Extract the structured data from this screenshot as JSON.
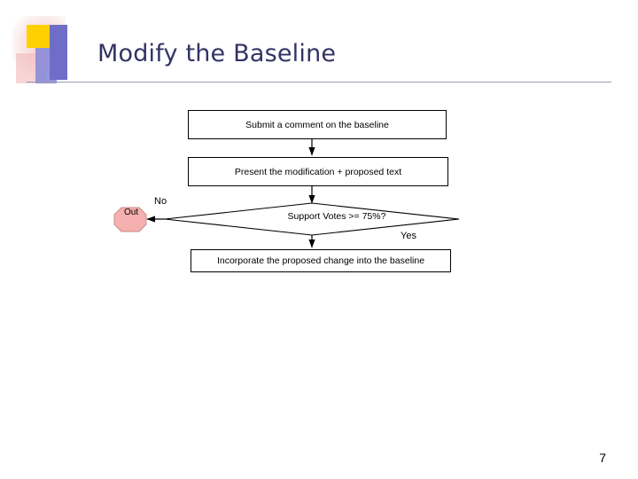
{
  "slide": {
    "title": "Modify the Baseline",
    "page_number": "7",
    "accent_colors": {
      "title": "#333366",
      "yellow": "#ffd000",
      "blue": "#6e6ec8",
      "pink": "#f0b2b2",
      "terminator_fill": "#f6b0b0"
    }
  },
  "diagram": {
    "type": "flowchart",
    "nodes": [
      {
        "id": "comment",
        "shape": "process",
        "text": "Submit a comment on the baseline"
      },
      {
        "id": "present",
        "shape": "process",
        "text": "Present the modification + proposed text"
      },
      {
        "id": "decision",
        "shape": "diamond",
        "text": "Support Votes >= 75%?"
      },
      {
        "id": "incorporate",
        "shape": "process",
        "text": "Incorporate the proposed change into the baseline"
      },
      {
        "id": "out",
        "shape": "terminator",
        "text": "Out"
      }
    ],
    "edges": [
      {
        "from": "comment",
        "to": "present",
        "label": ""
      },
      {
        "from": "present",
        "to": "decision",
        "label": ""
      },
      {
        "from": "decision",
        "to": "out",
        "label": "No"
      },
      {
        "from": "decision",
        "to": "incorporate",
        "label": "Yes"
      }
    ],
    "labels": {
      "no": "No",
      "yes": "Yes"
    }
  }
}
